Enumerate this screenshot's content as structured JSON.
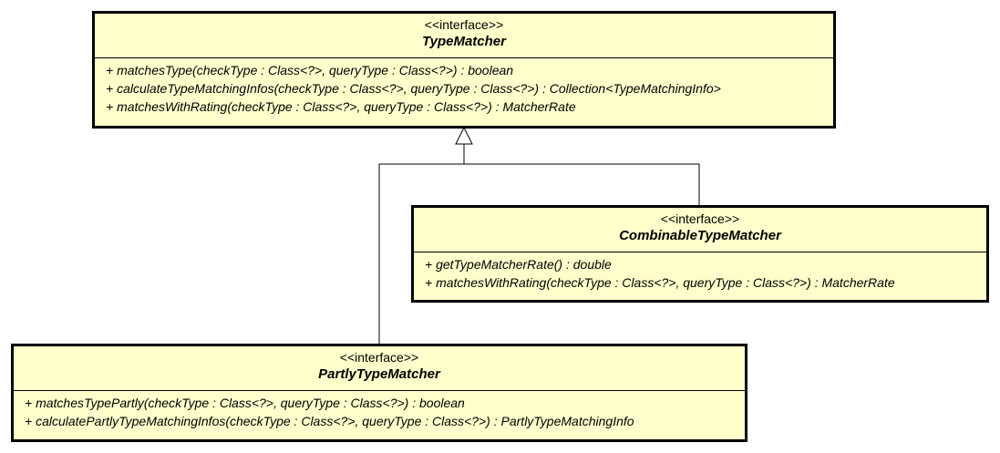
{
  "diagram": {
    "type": "uml-class-diagram",
    "colors": {
      "box_fill": "#ffffcc",
      "stroke": "#000000"
    },
    "relations": [
      {
        "from": "combinable_type_matcher",
        "to": "type_matcher",
        "kind": "generalization"
      },
      {
        "from": "partly_type_matcher",
        "to": "type_matcher",
        "kind": "generalization"
      }
    ],
    "type_matcher": {
      "stereotype": "<<interface>>",
      "name": "TypeMatcher",
      "methods": [
        "+ matchesType(checkType : Class<?>, queryType : Class<?>) : boolean",
        "+ calculateTypeMatchingInfos(checkType : Class<?>, queryType : Class<?>) : Collection<TypeMatchingInfo>",
        "+ matchesWithRating(checkType : Class<?>, queryType : Class<?>) : MatcherRate"
      ]
    },
    "combinable_type_matcher": {
      "stereotype": "<<interface>>",
      "name": "CombinableTypeMatcher",
      "methods": [
        "+ getTypeMatcherRate() : double",
        "+ matchesWithRating(checkType : Class<?>, queryType : Class<?>) : MatcherRate"
      ]
    },
    "partly_type_matcher": {
      "stereotype": "<<interface>>",
      "name": "PartlyTypeMatcher",
      "methods": [
        "+ matchesTypePartly(checkType : Class<?>, queryType : Class<?>) : boolean",
        "+ calculatePartlyTypeMatchingInfos(checkType : Class<?>, queryType : Class<?>) : PartlyTypeMatchingInfo"
      ]
    }
  }
}
